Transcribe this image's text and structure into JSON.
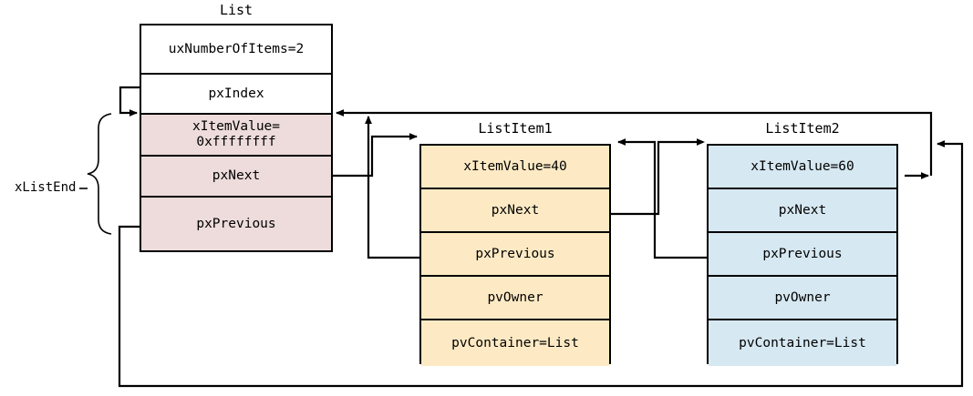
{
  "diagram": {
    "title_list": "List",
    "title_item1": "ListItem1",
    "title_item2": "ListItem2",
    "side_label": "xListEnd",
    "colors": {
      "list_fill_plain": "#ffffff",
      "list_fill_end": "#eddcdb",
      "item1_fill": "#fdeac4",
      "item2_fill": "#d6e8f2",
      "stroke": "#000000"
    },
    "list": {
      "name": "List",
      "fields": [
        {
          "label": "uxNumberOfItems=2",
          "fill": "#ffffff"
        },
        {
          "label": "pxIndex",
          "fill": "#ffffff"
        },
        {
          "label": "xItemValue=\n0xffffffff",
          "fill": "#eddcdb"
        },
        {
          "label": "pxNext",
          "fill": "#eddcdb"
        },
        {
          "label": "pxPrevious",
          "fill": "#eddcdb"
        }
      ]
    },
    "item1": {
      "name": "ListItem1",
      "fields": [
        {
          "label": "xItemValue=40",
          "fill": "#fdeac4"
        },
        {
          "label": "pxNext",
          "fill": "#fdeac4"
        },
        {
          "label": "pxPrevious",
          "fill": "#fdeac4"
        },
        {
          "label": "pvOwner",
          "fill": "#fdeac4"
        },
        {
          "label": "pvContainer=List",
          "fill": "#fdeac4"
        }
      ]
    },
    "item2": {
      "name": "ListItem2",
      "fields": [
        {
          "label": "xItemValue=60",
          "fill": "#d6e8f2"
        },
        {
          "label": "pxNext",
          "fill": "#d6e8f2"
        },
        {
          "label": "pxPrevious",
          "fill": "#d6e8f2"
        },
        {
          "label": "pvOwner",
          "fill": "#d6e8f2"
        },
        {
          "label": "pvContainer=List",
          "fill": "#d6e8f2"
        }
      ]
    },
    "pointers": [
      {
        "from": "List.pxIndex",
        "to": "List.xItemValue",
        "style": "solid"
      },
      {
        "from": "List.pxNext",
        "to": "ListItem1.top",
        "style": "solid"
      },
      {
        "from": "List.pxPrevious",
        "to": "ListItem2.top",
        "style": "solid"
      },
      {
        "from": "ListItem1.pxNext",
        "to": "ListItem2.top",
        "style": "dotted"
      },
      {
        "from": "ListItem1.pxPrevious",
        "to": "List.xItemValue",
        "style": "solid"
      },
      {
        "from": "ListItem2.pxNext",
        "to": "List.xItemValue",
        "style": "solid"
      },
      {
        "from": "ListItem2.pxPrevious",
        "to": "ListItem1.top",
        "style": "solid"
      }
    ]
  }
}
